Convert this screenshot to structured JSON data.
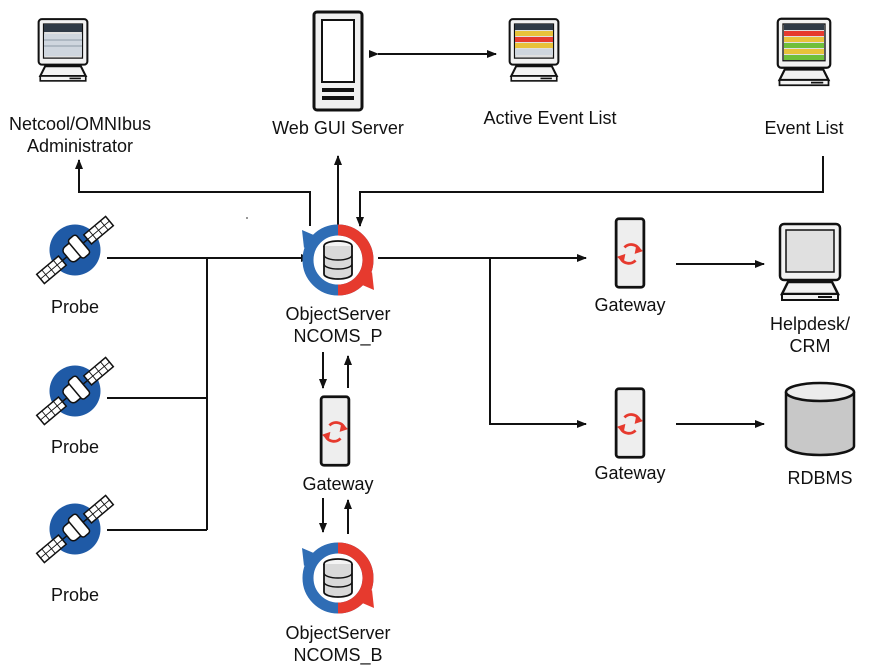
{
  "nodes": {
    "admin": {
      "label_line1": "Netcool/OMNIbus",
      "label_line2": "Administrator",
      "icon": "monitor-icon"
    },
    "webgui": {
      "label": "Web GUI Server",
      "icon": "server-tower-icon"
    },
    "active_event_list": {
      "label": "Active Event List",
      "icon": "monitor-icon"
    },
    "event_list": {
      "label": "Event List",
      "icon": "monitor-icon"
    },
    "probes": [
      {
        "label": "Probe",
        "icon": "satellite-icon"
      },
      {
        "label": "Probe",
        "icon": "satellite-icon"
      },
      {
        "label": "Probe",
        "icon": "satellite-icon"
      }
    ],
    "objectserver_p": {
      "label_line1": "ObjectServer",
      "label_line2": "NCOMS_P",
      "icon": "objectserver-icon"
    },
    "objectserver_b": {
      "label_line1": "ObjectServer",
      "label_line2": "NCOMS_B",
      "icon": "objectserver-icon"
    },
    "gateway_bidir": {
      "label": "Gateway",
      "icon": "gateway-icon"
    },
    "gateway_helpdesk": {
      "label": "Gateway",
      "icon": "gateway-icon"
    },
    "gateway_rdbms": {
      "label": "Gateway",
      "icon": "gateway-icon"
    },
    "helpdesk": {
      "label_line1": "Helpdesk/",
      "label_line2": "CRM",
      "icon": "monitor-icon"
    },
    "rdbms": {
      "label": "RDBMS",
      "icon": "database-icon"
    }
  },
  "colors": {
    "line": "#111111",
    "sync_red": "#e63a2e",
    "sync_blue": "#2f6db5",
    "satellite_blue": "#1f5aa6",
    "screen_dark": "#2f3a46"
  }
}
